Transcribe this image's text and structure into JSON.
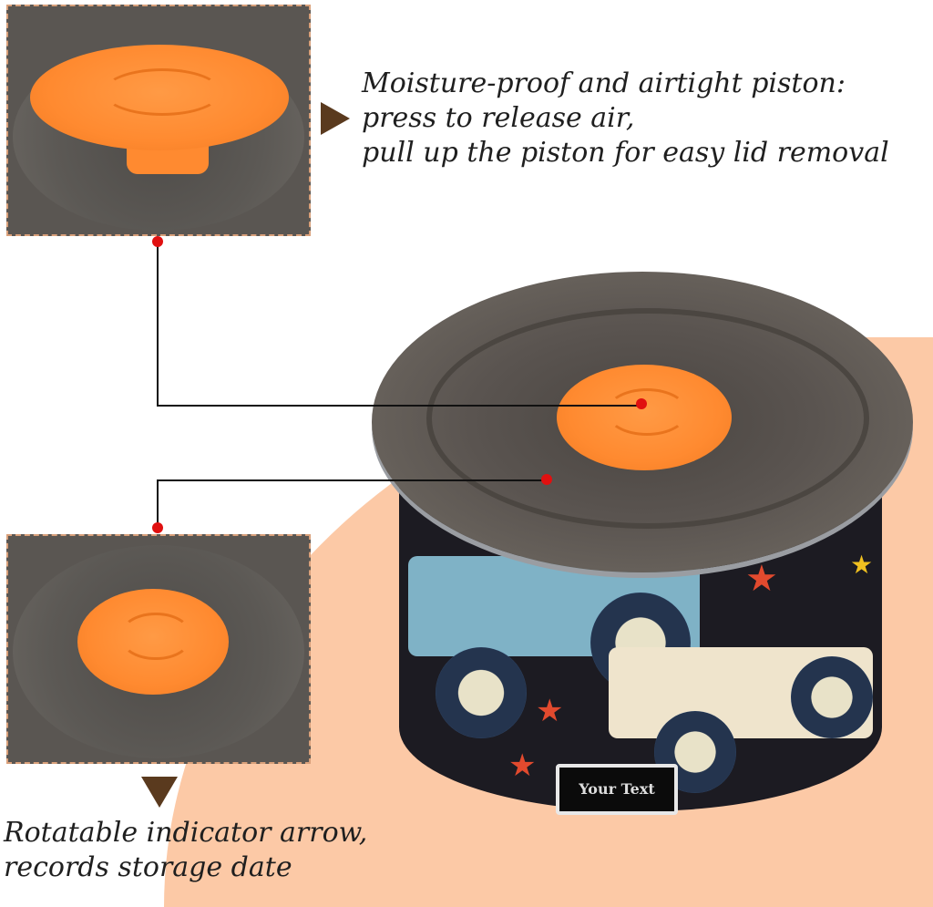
{
  "callouts": {
    "top": {
      "lines": [
        "Moisture-proof and airtight piston:",
        "press to release air,",
        "pull up the piston for easy lid removal"
      ],
      "arrow": "triangle-right-icon"
    },
    "bottom": {
      "lines": [
        "Rotatable indicator arrow,",
        "records storage date"
      ],
      "arrow": "triangle-down-icon"
    }
  },
  "product": {
    "label_text": "Your Text"
  },
  "colors": {
    "accent_orange": "#ff8a30",
    "peach_background": "#fcc9a6",
    "lid_gray": "#5a5450",
    "marker_red": "#e01010",
    "arrow_brown": "#5a3a1e"
  }
}
